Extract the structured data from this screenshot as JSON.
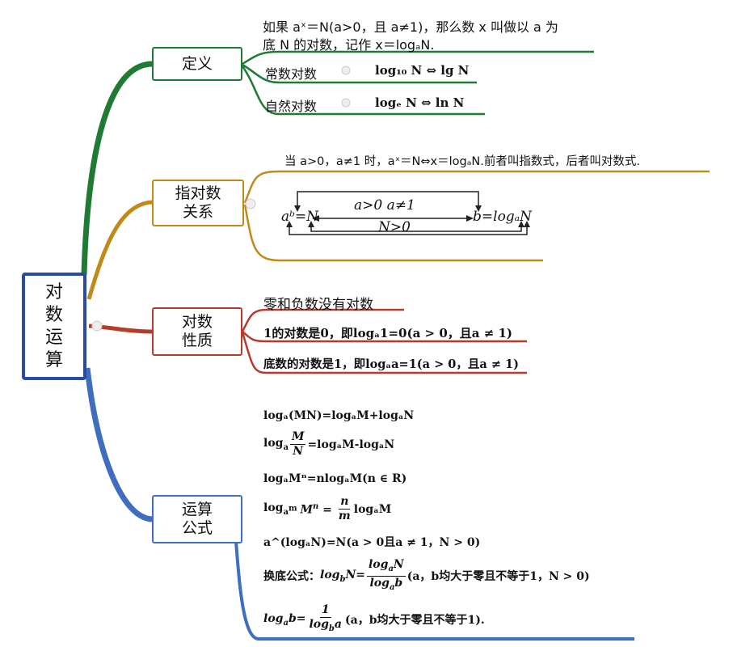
{
  "root": {
    "label_chars": [
      "对",
      "数",
      "运",
      "算"
    ]
  },
  "colors": {
    "def": "#1f7a33",
    "rel": "#c08a19",
    "prop": "#b73b2b",
    "op": "#3f6dbf",
    "root": "#2b4aa6"
  },
  "definition": {
    "node": "定义",
    "text_line1": "如果 aˣ＝N(a>0，且 a≠1)，那么数 x 叫做以 a 为",
    "text_line2": "底 N 的对数，记作 x＝logₐN.",
    "common_label": "常数对数",
    "common_formula": "log₁₀ N ⇔ lg N",
    "natural_label": "自然对数",
    "natural_formula": "logₑ N ⇔ ln N"
  },
  "relation": {
    "node_line1": "指对数",
    "node_line2": "关系",
    "statement": "当 a>0，a≠1 时，aˣ＝N⇔x＝logₐN.前者叫指数式，后者叫对数式.",
    "left": "aᵇ=N",
    "cond_top": "a>0   a≠1",
    "right": "b=logₐN",
    "cond_bottom": "N>0"
  },
  "properties": {
    "node_line1": "对数",
    "node_line2": "性质",
    "p1": "零和负数没有对数",
    "p2": "1的对数是0，即logₐ1=0(a > 0，且a ≠ 1)",
    "p3": "底数的对数是1，即logₐa=1(a > 0，且a ≠ 1)"
  },
  "operations": {
    "node_line1": "运算",
    "node_line2": "公式",
    "f1": "logₐ(MN)=logₐM+logₐN",
    "f2_rest": "=logₐM-logₐN",
    "f3": "logₐMⁿ=nlogₐM(n ∈ R)",
    "f4_rest": "logₐM",
    "f5": "a^(logₐN)=N(a > 0且a ≠ 1，N > 0)",
    "f6_prefix": "换底公式：",
    "f6_suffix": "(a，b均大于零且不等于1，N > 0)",
    "f7_suffix": "(a，b均大于零且不等于1)."
  }
}
